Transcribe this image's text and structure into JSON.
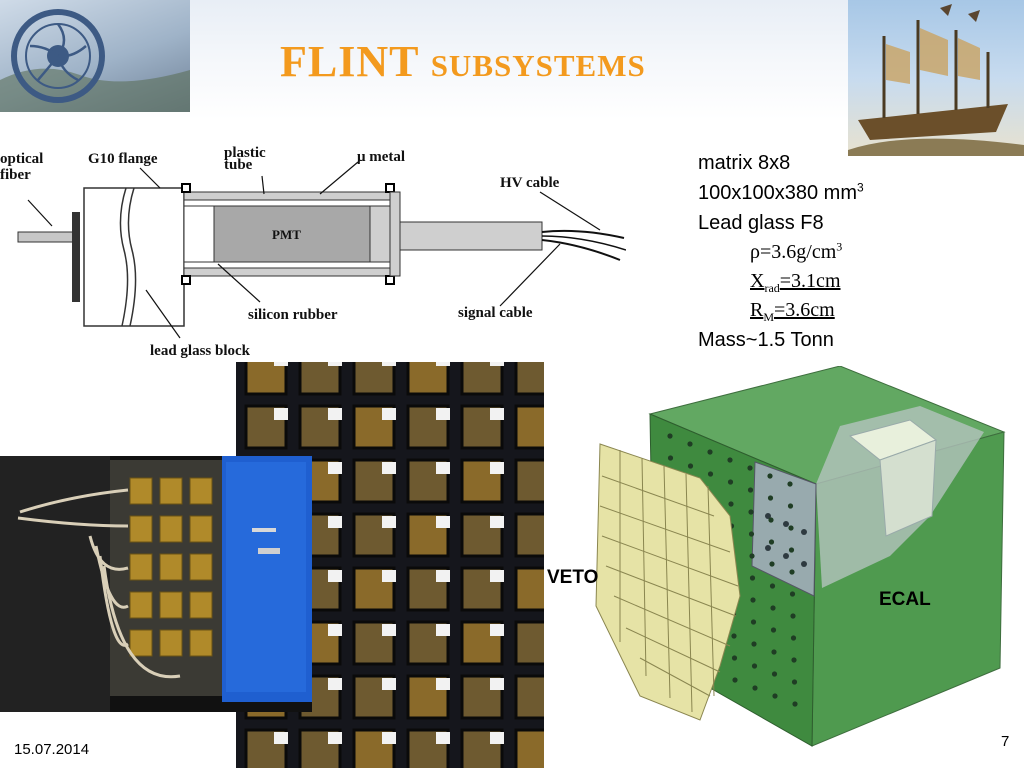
{
  "slide": {
    "title_main": "FLINT",
    "title_rest": "subsystems",
    "date": "15.07.2014",
    "page_number": "7"
  },
  "pmt_diagram": {
    "labels": {
      "optical_fiber_1": "optical",
      "optical_fiber_2": "fiber",
      "g10_flange": "G10 flange",
      "plastic_tube_1": "plastic",
      "plastic_tube_2": "tube",
      "mu_metal": "μ metal",
      "hv_cable": "HV cable",
      "pmt": "PMT",
      "silicon_rubber": "silicon rubber",
      "signal_cable": "signal cable",
      "lead_glass_block": "lead glass block"
    }
  },
  "specs": {
    "matrix": "matrix 8x8",
    "dims_text": "100x100x380 mm",
    "dims_sup": "3",
    "glass": "Lead glass F8",
    "rho_text": "ρ=3.6g/cm",
    "rho_sup": "3",
    "xrad_sym": "X",
    "xrad_sub": "rad",
    "xrad_val": "=3.1cm",
    "rm_sym": "R",
    "rm_sub": "M",
    "rm_val": "=3.6cm",
    "mass": "Mass~1.5 Tonn"
  },
  "labels": {
    "veto": "VETO",
    "ecal": "ECAL"
  }
}
